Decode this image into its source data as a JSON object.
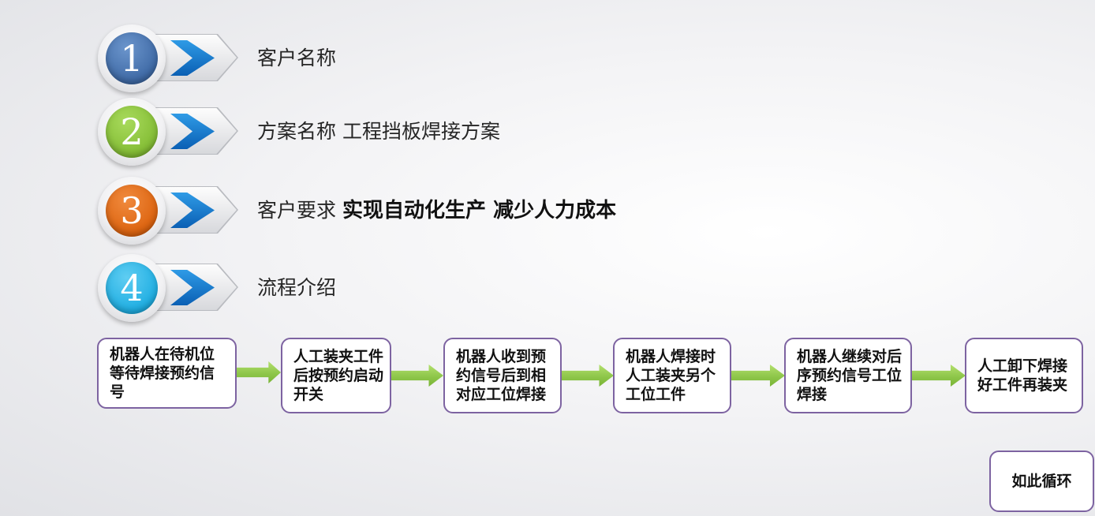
{
  "rows": [
    {
      "number": "1",
      "color": "#3f6aa6",
      "text": "客户名称",
      "emphasis": ""
    },
    {
      "number": "2",
      "color": "#84bd35",
      "text": "方案名称  工程挡板焊接方案",
      "emphasis": ""
    },
    {
      "number": "3",
      "color": "#dd6410",
      "text": "客户要求",
      "emphasis": "实现自动化生产 减少人力成本"
    },
    {
      "number": "4",
      "color": "#1faee2",
      "text": "流程介绍",
      "emphasis": ""
    }
  ],
  "flow": {
    "steps": [
      "机器人在待机位等待焊接预约信号",
      "人工装夹工件后按预约启动开关",
      "机器人收到预约信号后到相对应工位焊接",
      "机器人焊接时人工装夹另个工位工件",
      "机器人继续对后序预约信号工位焊接",
      "人工卸下焊接好工件再装夹"
    ],
    "loop_label": "如此循环",
    "box_border_color": "#7d63a1",
    "arrow_color": "#8ec64a"
  }
}
